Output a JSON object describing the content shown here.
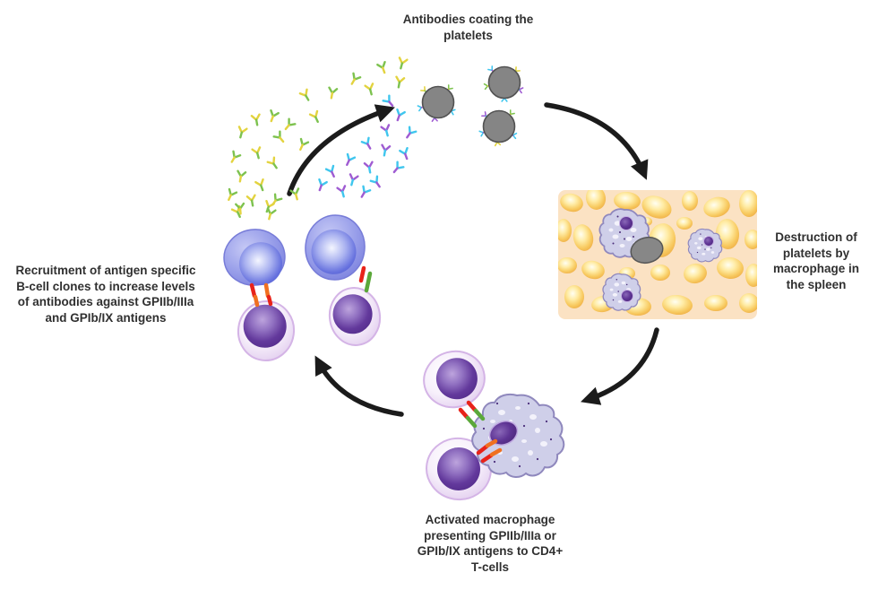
{
  "diagram": {
    "labels": {
      "top": "Antibodies coating the\nplatelets",
      "right": "Destruction of\nplatelets by\nmacrophage in\nthe spleen",
      "bottom": "Activated macrophage\npresenting GPIIb/IIIa or\nGPIb/IX antigens to CD4+\nT-cells",
      "left": "Recruitment of antigen specific\nB-cell clones to increase levels\nof antibodies against GPIIb/IIIa\nand GPIb/IX antigens"
    },
    "colors": {
      "background": "#ffffff",
      "text": "#303030",
      "arrow": "#1b1b1b",
      "platelet": "#858585",
      "platelet_outline": "#525252",
      "spleen_background": "#fbe2c3",
      "spleen_tissue": "#eca53c",
      "macrophage_body": "#cfcfe9",
      "macrophage_outline": "#8f88bd",
      "macrophage_nucleus": "#562f8c",
      "b_cell": "#9aa0ea",
      "b_cell_nucleus": "#5761d2",
      "t_cell": "#f0e6f8",
      "t_cell_nucleus": "#5c3194",
      "antibody_green": "#7dc24f",
      "antibody_yellow": "#e3d33f",
      "antibody_cyan": "#3fc6ee",
      "antibody_purple": "#9f5bd2",
      "receptor_red": "#e8231a",
      "receptor_orange": "#f07020",
      "receptor_green": "#5ba83a"
    }
  }
}
